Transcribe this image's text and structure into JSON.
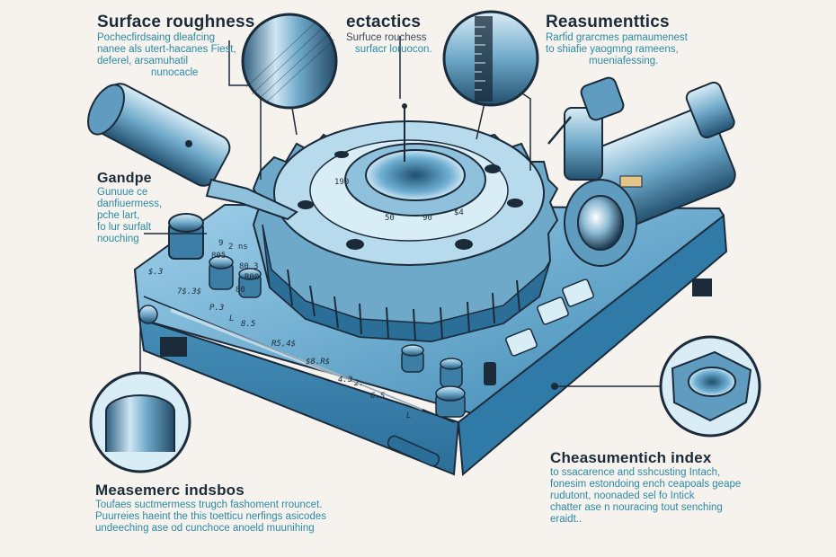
{
  "annotations": {
    "surface_roughness": {
      "title": "Surface roughness",
      "lines": [
        "Pochecfirdsaing dleafcing",
        "nanee als utert-hacanes Fiest,",
        "deferel, arsamuhatil",
        "nunocacle"
      ]
    },
    "ectactics": {
      "title": "ectactics",
      "lines": [
        "Surfuce rouchess",
        "surfacr loruocon."
      ]
    },
    "reasumentics": {
      "title": "Reasumenttics",
      "lines": [
        "Rarfi̇d grarcmes pamaumenest",
        "to shiafie yaogmng rameens,",
        "mueniafessing."
      ]
    },
    "gandpe": {
      "title": "Gandpe",
      "lines": [
        "Gunuue ce",
        "danfiuermess,",
        "pche lart,",
        "fo lur surfalt",
        "nouching"
      ]
    },
    "measemerc": {
      "title": "Measemerc indsbos",
      "lines": [
        "Toufaes suctmermess trugch fashoment rrouncet.",
        "Puurreies haeint the this toetticu nerfings asicodes",
        "undeeching ase od cunchoce anoeld muunihing"
      ]
    },
    "cheasument": {
      "title": "Cheasumentich index",
      "lines": [
        "to ssacarence and sshcusting Intach,",
        "fonesim estondoing ench ceapoals geape",
        "rudutont, noonaded sel fo Intick",
        "chatter ase n nouracing tout senching",
        "eraidt.."
      ]
    }
  },
  "dial_numbers": [
    "190",
    "50",
    "90",
    "$4"
  ],
  "panel_labels": [
    "9",
    "2 ns",
    "805",
    "80",
    "3",
    "R00",
    "80"
  ],
  "scale_labels": [
    "$.3",
    "7$.3$",
    "L",
    "P.3",
    "8.5",
    "R5,4$",
    "$8.R$",
    "4.3",
    "G.S",
    "2.",
    "L"
  ],
  "colors": {
    "accent": "#2b89a4",
    "metal": "#6fa9c9",
    "dark": "#1b2b3a",
    "base": "#5ba5cf"
  }
}
